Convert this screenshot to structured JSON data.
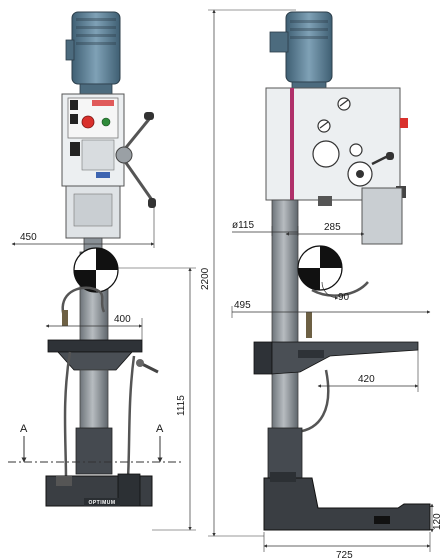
{
  "colors": {
    "motor": "#5b7f95",
    "head_body": "#e9ecef",
    "column": "#8a9197",
    "base": "#3a3e43",
    "accent_stripe": "#b0306a",
    "control_red": "#d9302c",
    "control_green": "#2f8a3a",
    "dimension_line": "#333333"
  },
  "brand": "OPTIMUM",
  "front_view": {
    "dims": {
      "head_projection": "450",
      "table_reach": "400",
      "table_height": "1115"
    },
    "section_labels": [
      "A",
      "A"
    ]
  },
  "side_view": {
    "dims": {
      "total_height": "2200",
      "column_diameter": "ø115",
      "head_depth": "285",
      "spindle_distance": "495",
      "swing_angle": "90",
      "table_length": "420",
      "base_height": "120",
      "base_length": "725"
    }
  }
}
